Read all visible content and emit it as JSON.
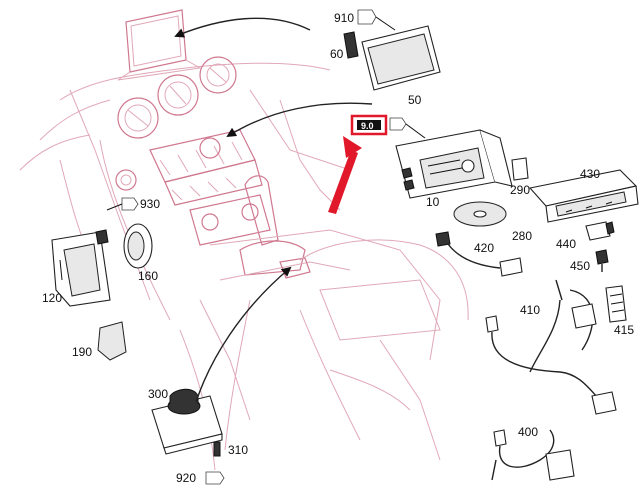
{
  "diagram": {
    "callouts": {
      "c910": "910",
      "c60": "60",
      "c50": "50",
      "c_dash": "9.0",
      "c430": "430",
      "c290": "290",
      "c10": "10",
      "c280": "280",
      "c420": "420",
      "c440": "440",
      "c450": "450",
      "c930": "930",
      "c160": "160",
      "c120": "120",
      "c190": "190",
      "c410": "410",
      "c415": "415",
      "c300": "300",
      "c310": "310",
      "c920": "920",
      "c400": "400"
    },
    "colors": {
      "car_line": "#e0a8b8",
      "highlight": "#e0182a",
      "parts_line": "#222222"
    }
  }
}
